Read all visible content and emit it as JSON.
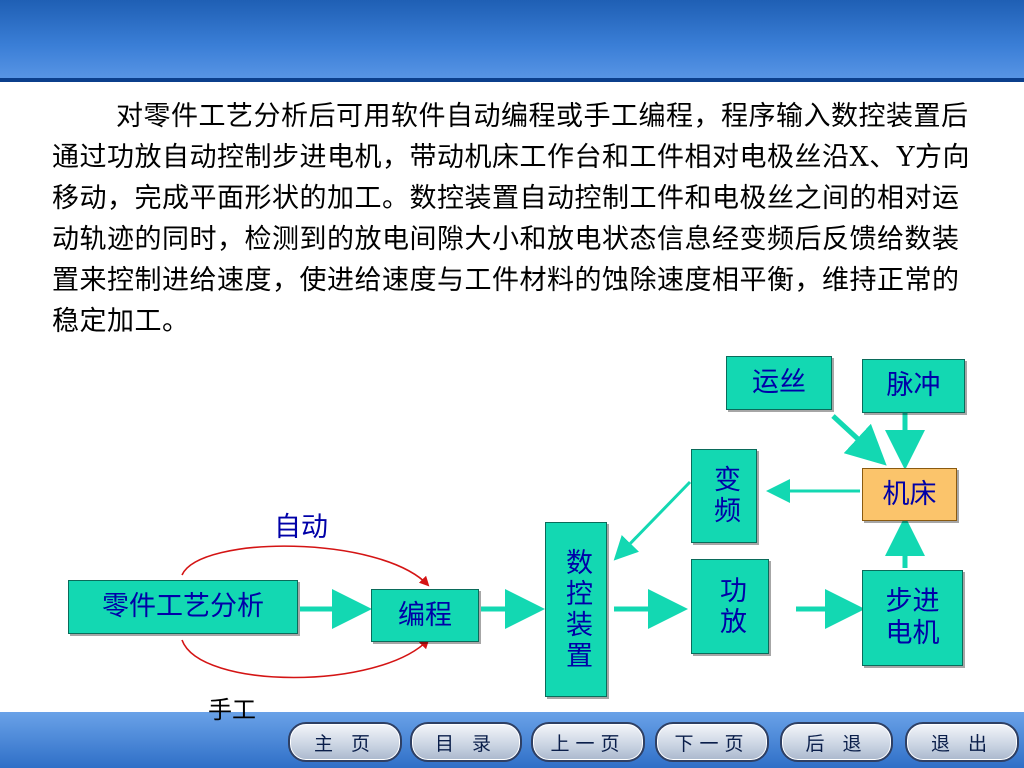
{
  "body_text": "对零件工艺分析后可用软件自动编程或手工编程，程序输入数控装置后通过功放自动控制步进电机，带动机床工作台和工件相对电极丝沿X、Y方向移动，完成平面形状的加工。数控装置自动控制工件和电极丝之间的相对运动轨迹的同时，检测到的放电间隙大小和放电状态信息经变频后反馈给数装置来控制进给速度，使进给速度与工件材料的蚀除速度相平衡，维持正常的稳定加工。",
  "diagram": {
    "part_analysis": "零件工艺分析",
    "programming": "编程",
    "auto_label": "自动",
    "manual_label": "手工",
    "cnc_device": "数控装置",
    "amplifier": "功放",
    "frequency": "变频",
    "stepper_motor": "步进电机",
    "machine_tool": "机床",
    "wire_feed": "运丝",
    "pulse": "脉冲"
  },
  "colors": {
    "box_fill": "#13d8b2",
    "box_text": "#0000a8",
    "machine_fill": "#fbc46b",
    "arrow": "#13d8b2",
    "loop": "#d41414"
  },
  "nav": {
    "home": "主 页",
    "contents": "目 录",
    "prev": "上一页",
    "next": "下一页",
    "back": "后 退",
    "exit": "退 出"
  }
}
